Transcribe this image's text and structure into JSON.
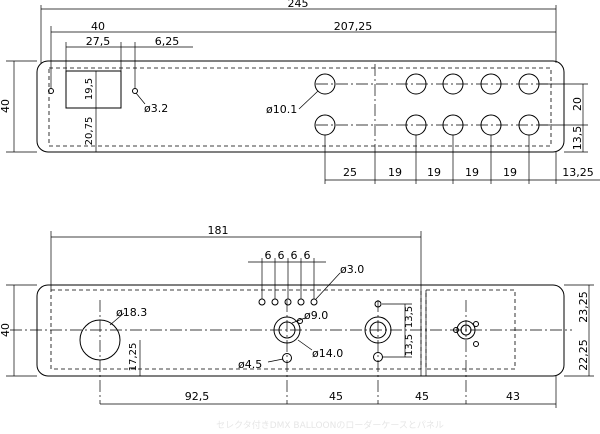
{
  "top_view": {
    "overall_width": "245",
    "dim_40": "40",
    "dim_207_25": "207,25",
    "dim_27_5": "27,5",
    "dim_6_25": "6,25",
    "height": "40",
    "dim_19_5": "19,5",
    "dim_20_75": "20,75",
    "small_hole": "ø3.2",
    "big_hole": "ø10.1",
    "dim_20": "20",
    "dim_13_5": "13,5",
    "bottom_dims": [
      "25",
      "19",
      "19",
      "19",
      "19",
      "13,25"
    ]
  },
  "bottom_view": {
    "dim_181": "181",
    "spacing": [
      "6",
      "6",
      "6",
      "6"
    ],
    "small_hole": "ø3.0",
    "big_hole": "ø18.3",
    "hole_9": "ø9.0",
    "hole_14": "ø14.0",
    "hole_4_5": "ø4.5",
    "height": "40",
    "dim_17_25": "17,25",
    "dim_23_25": "23,25",
    "dim_22_25": "22,25",
    "dim_13_5a": "13,5",
    "dim_13_5b": "13,5",
    "bottom_dims": [
      "92,5",
      "45",
      "45",
      "43"
    ]
  },
  "watermark": "セレクタ付きDMX BALLOONのローダーケースとパネル"
}
